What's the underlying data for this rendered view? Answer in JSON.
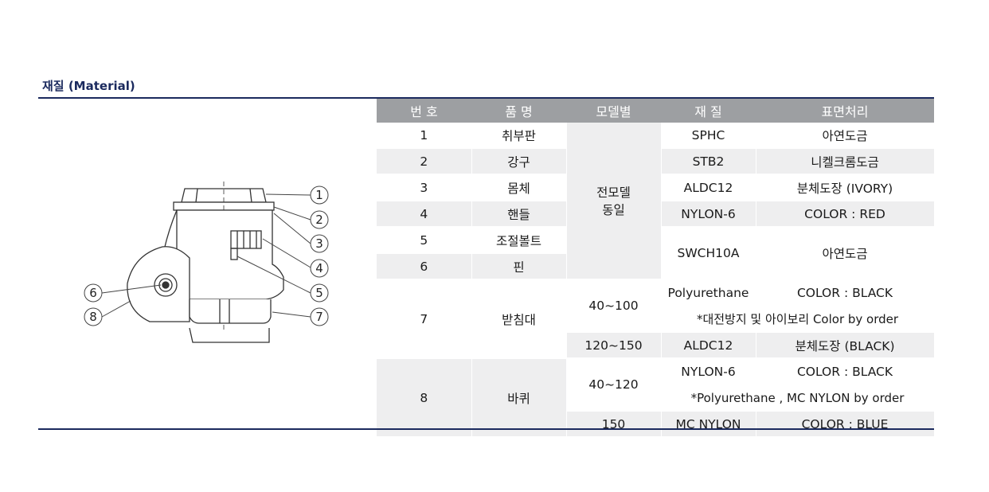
{
  "title": "재질 (Material)",
  "drawing": {
    "callouts": [
      "1",
      "2",
      "3",
      "4",
      "5",
      "6",
      "7",
      "8"
    ]
  },
  "table": {
    "headers": [
      "번 호",
      "품 명",
      "모델별",
      "재 질",
      "표면처리"
    ],
    "rows": {
      "r1": {
        "no": "1",
        "part": "취부판",
        "material": "SPHC",
        "finish": "아연도금"
      },
      "r2": {
        "no": "2",
        "part": "강구",
        "material": "STB2",
        "finish": "니켈크롬도금"
      },
      "r3": {
        "no": "3",
        "part": "몸체",
        "material": "ALDC12",
        "finish": "분체도장 (IVORY)"
      },
      "r4": {
        "no": "4",
        "part": "핸들",
        "material": "NYLON-6",
        "finish": "COLOR : RED"
      },
      "r5": {
        "no": "5",
        "part": "조절볼트"
      },
      "r6": {
        "no": "6",
        "part": "핀"
      },
      "r56": {
        "material": "SWCH10A",
        "finish": "아연도금"
      },
      "model_all_line1": "전모델",
      "model_all_line2": "동일",
      "r7": {
        "no": "7",
        "part": "받침대",
        "model_a": "40~100",
        "material_a": "Polyurethane",
        "finish_a": "COLOR : BLACK",
        "note": "*대전방지 및 아이보리 Color by order",
        "model_b": "120~150",
        "material_b": "ALDC12",
        "finish_b": "분체도장 (BLACK)"
      },
      "r8": {
        "no": "8",
        "part": "바퀴",
        "model_a": "40~120",
        "material_a": "NYLON-6",
        "finish_a": "COLOR : BLACK",
        "note": "*Polyurethane , MC NYLON by order",
        "model_b": "150",
        "material_b": "MC NYLON",
        "finish_b": "COLOR : BLUE"
      }
    }
  }
}
